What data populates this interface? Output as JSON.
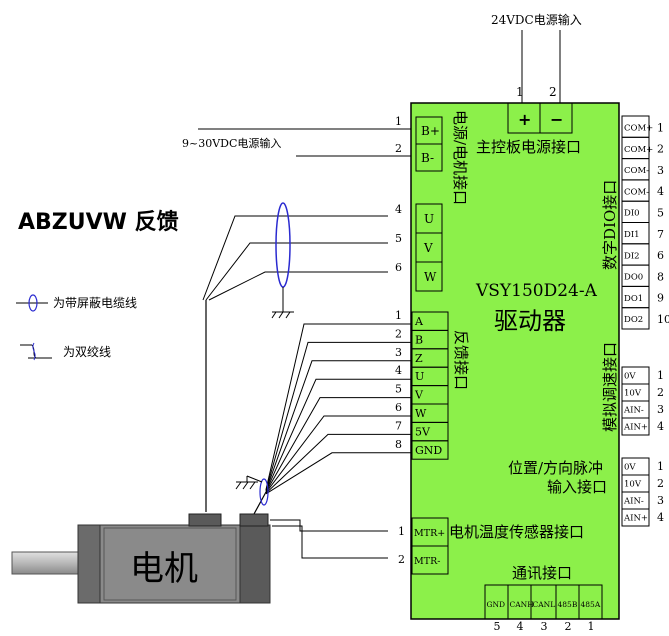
{
  "title": "ABZUVW 反馈",
  "colors": {
    "board": "#8CF04A",
    "line": "#000000",
    "motor": "#808080",
    "motor_dark": "#4a4a4a",
    "shield": "#2a2ad0"
  },
  "supply_24v": {
    "label": "24VDC电源输入",
    "pins": [
      "1",
      "2"
    ],
    "symbols": [
      "+",
      "−"
    ]
  },
  "supply_9_30v": {
    "label": "9~30VDC电源输入"
  },
  "board": {
    "model": "VSY150D24-A",
    "name": "驱动器",
    "main_power_label": "主控板电源接口",
    "power_motor_label": "电源/电机接口",
    "feedback_label": "反馈接口",
    "dio_label": "数字DIO接口",
    "analog_label": "模拟调速接口",
    "pulse_label_1": "位置/方向脉冲",
    "pulse_label_2": "输入接口",
    "temp_label": "电机温度传感器接口",
    "comm_label": "通讯接口"
  },
  "power_pins": [
    {
      "num": "1",
      "label": "B+"
    },
    {
      "num": "2",
      "label": "B-"
    }
  ],
  "motor_pins": [
    {
      "num": "4",
      "label": "U"
    },
    {
      "num": "5",
      "label": "V"
    },
    {
      "num": "6",
      "label": "W"
    }
  ],
  "feedback_pins": [
    {
      "num": "1",
      "label": "A"
    },
    {
      "num": "2",
      "label": "B"
    },
    {
      "num": "3",
      "label": "Z"
    },
    {
      "num": "4",
      "label": "U"
    },
    {
      "num": "5",
      "label": "V"
    },
    {
      "num": "6",
      "label": "W"
    },
    {
      "num": "7",
      "label": "5V"
    },
    {
      "num": "8",
      "label": "GND"
    }
  ],
  "temp_pins": [
    {
      "num": "1",
      "label": "MTR+"
    },
    {
      "num": "2",
      "label": "MTR-"
    }
  ],
  "dio_pins": [
    {
      "num": "1",
      "label": "COM+"
    },
    {
      "num": "2",
      "label": "COM+"
    },
    {
      "num": "3",
      "label": "COM-"
    },
    {
      "num": "4",
      "label": "COM-"
    },
    {
      "num": "5",
      "label": "DI0"
    },
    {
      "num": "7",
      "label": "DI1"
    },
    {
      "num": "6",
      "label": "DI2"
    },
    {
      "num": "8",
      "label": "DO0"
    },
    {
      "num": "9",
      "label": "DO1"
    },
    {
      "num": "10",
      "label": "DO2"
    }
  ],
  "analog_pins": [
    {
      "num": "1",
      "label": "0V"
    },
    {
      "num": "2",
      "label": "10V"
    },
    {
      "num": "3",
      "label": "AIN-"
    },
    {
      "num": "4",
      "label": "AIN+"
    }
  ],
  "pulse_pins": [
    {
      "num": "1",
      "label": "0V"
    },
    {
      "num": "2",
      "label": "10V"
    },
    {
      "num": "3",
      "label": "AIN-"
    },
    {
      "num": "4",
      "label": "AIN+"
    }
  ],
  "comm_pins": [
    {
      "num": "5",
      "label": "GND"
    },
    {
      "num": "4",
      "label": "CANH"
    },
    {
      "num": "3",
      "label": "CANL"
    },
    {
      "num": "2",
      "label": "485B"
    },
    {
      "num": "1",
      "label": "485A"
    }
  ],
  "legend": {
    "shielded": "为带屏蔽电缆线",
    "twisted": "为双绞线"
  },
  "motor_label": "电机"
}
